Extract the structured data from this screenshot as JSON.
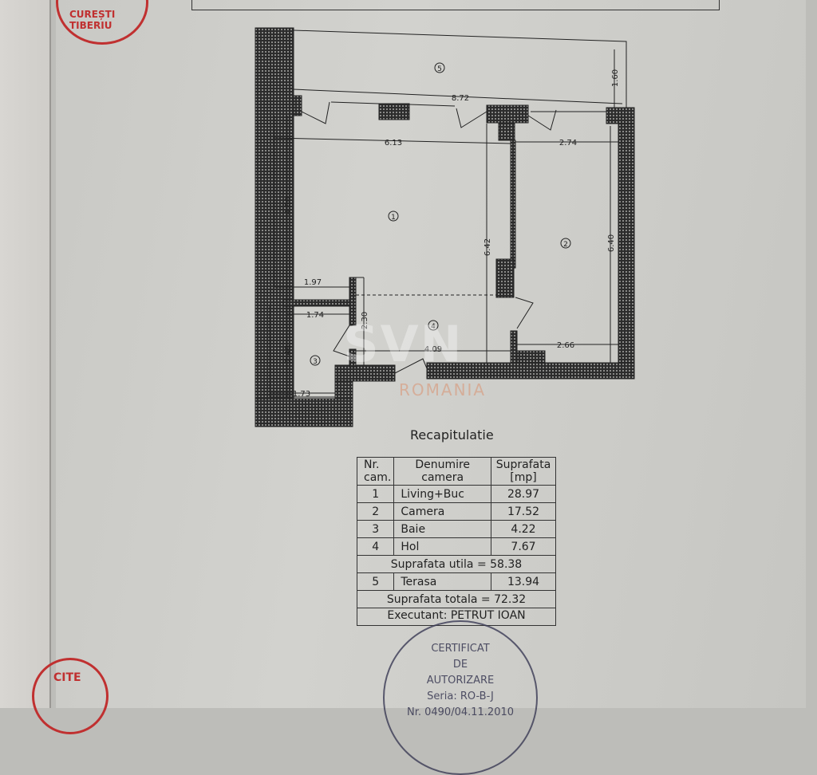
{
  "plan": {
    "rooms": [
      "1",
      "2",
      "3",
      "4",
      "5"
    ],
    "dimensions": {
      "terrace_width": "8.72",
      "terrace_depth": "1.60",
      "living_width": "6.13",
      "living_height": "4.80",
      "living_full_height": "6.42",
      "room2_width": "2.74",
      "room2_height": "6.40",
      "room2_bottom_width": "2.66",
      "hall_width": "1.97",
      "hall_length": "4.09",
      "hall_height": "2.30",
      "bath_top": "1.74",
      "bath_bottom": "1.73",
      "bath_height": "2.48"
    },
    "watermark": "SVN",
    "watermark_sub": "ROMANIA"
  },
  "recap": {
    "title": "Recapitulatie",
    "headers": [
      "Nr. cam.",
      "Denumire camera",
      "Suprafata [mp]"
    ],
    "rows": [
      {
        "nr": "1",
        "name": "Living+Buc",
        "area": "28.97"
      },
      {
        "nr": "2",
        "name": "Camera",
        "area": "17.52"
      },
      {
        "nr": "3",
        "name": "Baie",
        "area": "4.22"
      },
      {
        "nr": "4",
        "name": "Hol",
        "area": "7.67"
      }
    ],
    "useful_total": "Suprafata utila = 58.38",
    "terrace": {
      "nr": "5",
      "name": "Terasa",
      "area": "13.94"
    },
    "grand_total": "Suprafata totala = 72.32",
    "executant": "Executant: PETRUT IOAN"
  },
  "stamp": {
    "line1": "CERTIFICAT",
    "line2": "DE",
    "line3": "AUTORIZARE",
    "line4": "Seria: RO-B-J",
    "line5": "Nr. 0490/04.11.2010"
  },
  "red_stamps": {
    "top": "CUREȘTI TIBERIU",
    "bottom": "CITE"
  }
}
